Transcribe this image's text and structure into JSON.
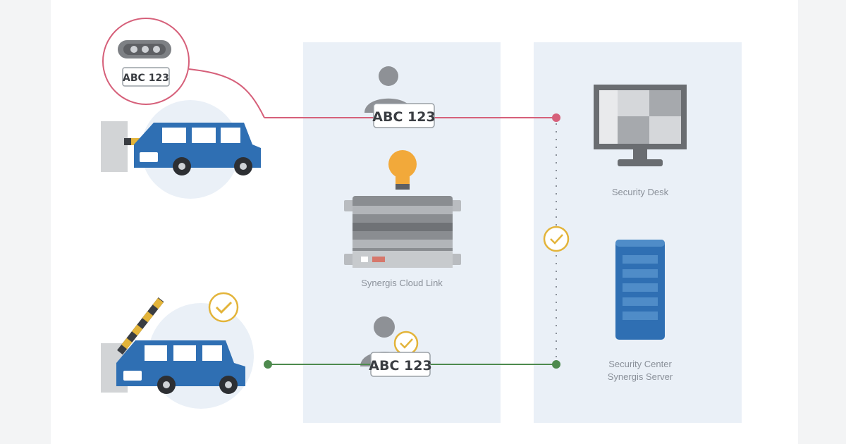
{
  "plates": {
    "camera_plate": "ABC 123",
    "top_plate": "ABC 123",
    "bottom_plate": "ABC 123"
  },
  "labels": {
    "cloud_link": "Synergis Cloud Link",
    "security_desk": "Security Desk",
    "server_line1": "Security Center",
    "server_line2": "Synergis Server"
  },
  "colors": {
    "denied_line": "#d6607a",
    "granted_line": "#4e8a4e",
    "car_blue": "#2f6fb3",
    "panel_bg": "#eaf0f7",
    "check_gold": "#e3b43a"
  }
}
